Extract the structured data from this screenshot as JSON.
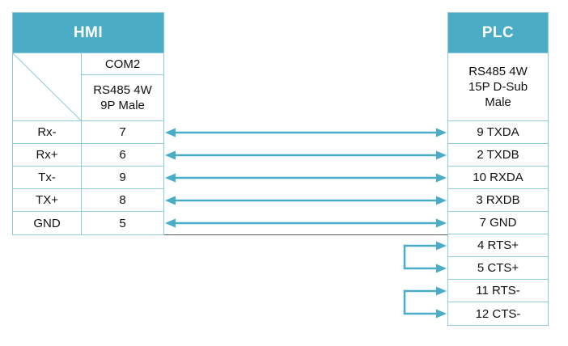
{
  "hmi": {
    "title": "HMI",
    "port": "COM2",
    "connector_lines": [
      "RS485 4W",
      "9P Male"
    ],
    "pins": [
      {
        "signal": "Rx-",
        "pin": "7"
      },
      {
        "signal": "Rx+",
        "pin": "6"
      },
      {
        "signal": "Tx-",
        "pin": "9"
      },
      {
        "signal": "TX+",
        "pin": "8"
      },
      {
        "signal": "GND",
        "pin": "5"
      }
    ]
  },
  "plc": {
    "title": "PLC",
    "connector_lines": [
      "RS485 4W",
      "15P D-Sub",
      "Male"
    ],
    "pins": [
      "9 TXDA",
      "2 TXDB",
      "10 RXDA",
      "3 RXDB",
      "7 GND",
      "4 RTS+",
      "5 CTS+",
      "11 RTS-",
      "12 CTS-"
    ]
  },
  "connections": {
    "bidirectional": [
      {
        "hmi_signal": "Rx-",
        "hmi_pin": "7",
        "plc_pin": "9 TXDA"
      },
      {
        "hmi_signal": "Rx+",
        "hmi_pin": "6",
        "plc_pin": "2 TXDB"
      },
      {
        "hmi_signal": "Tx-",
        "hmi_pin": "9",
        "plc_pin": "10 RXDA"
      },
      {
        "hmi_signal": "TX+",
        "hmi_pin": "8",
        "plc_pin": "3 RXDB"
      },
      {
        "hmi_signal": "GND",
        "hmi_pin": "5",
        "plc_pin": "7 GND"
      }
    ],
    "jumpers": [
      {
        "plc_pins": [
          "4 RTS+",
          "5 CTS+"
        ]
      },
      {
        "plc_pins": [
          "11 RTS-",
          "12 CTS-"
        ]
      }
    ]
  },
  "colors": {
    "header_bg": "#4bacc6",
    "header_text": "#ffffff",
    "border": "#8fcbdb",
    "arrow": "#4bacc6",
    "text": "#111111",
    "separator": "#595959"
  }
}
